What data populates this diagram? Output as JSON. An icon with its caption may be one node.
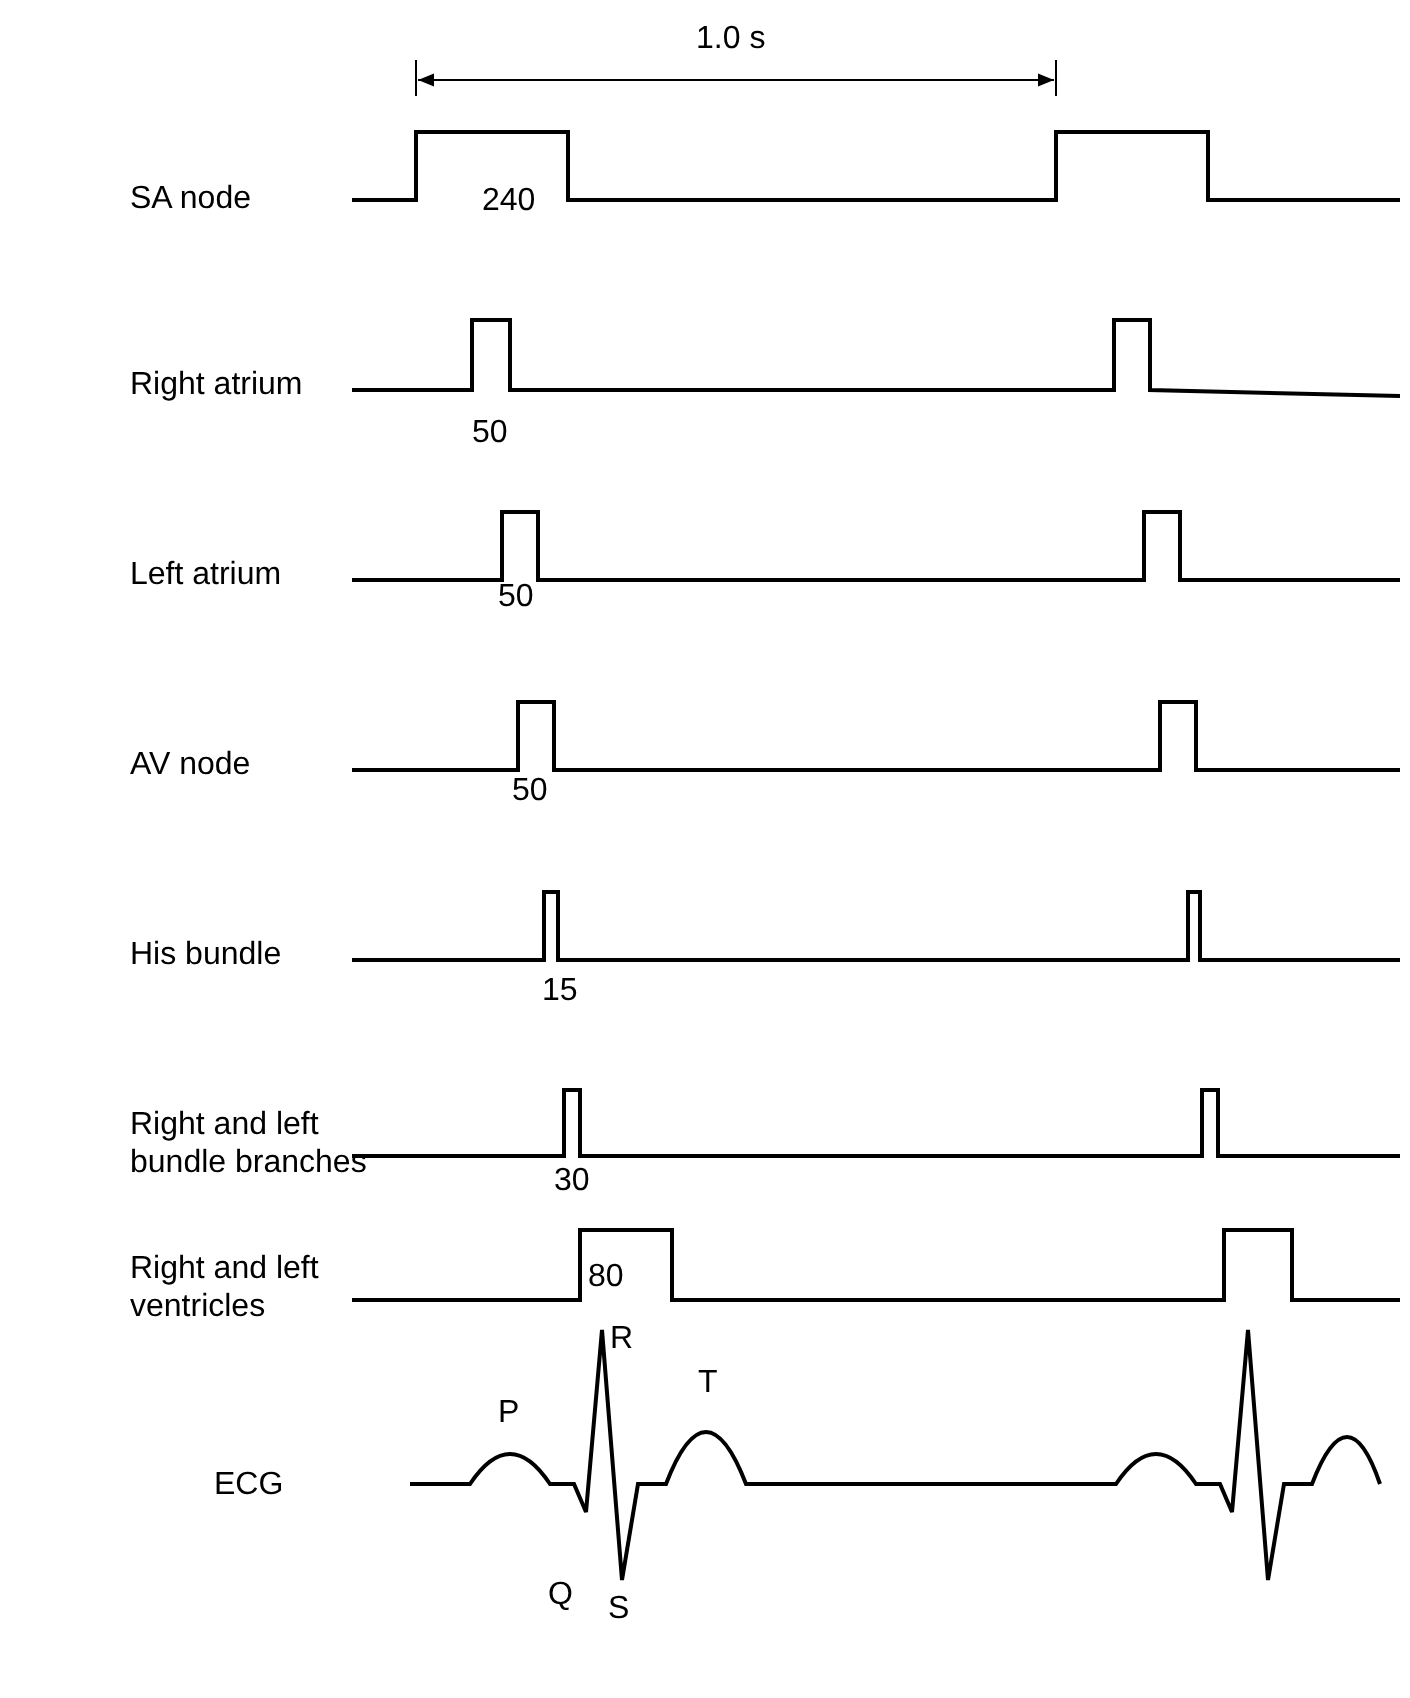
{
  "diagram": {
    "labels": [
      "1.0 s",
      "SA node",
      "240",
      "Right atrium",
      "50",
      "Left atrium",
      "50",
      "AV node",
      "50",
      "His bundle",
      "15",
      "Right and left bundle branches",
      "30",
      "Right and left ventricles",
      "80",
      "R",
      "P",
      "T",
      "ECG",
      "Q",
      "S"
    ]
  }
}
